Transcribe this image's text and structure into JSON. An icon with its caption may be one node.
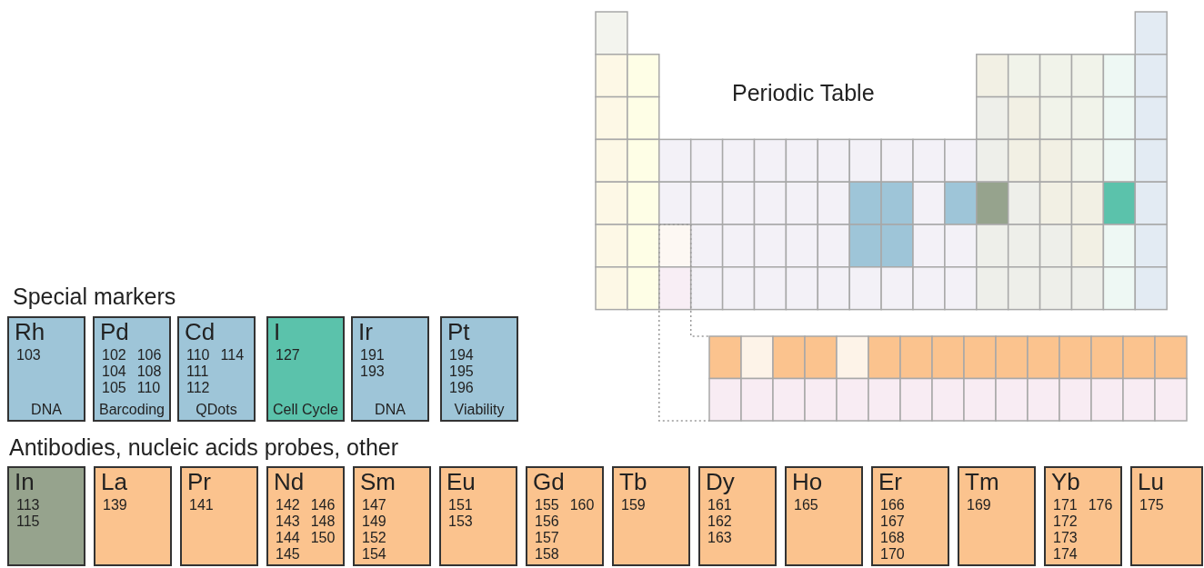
{
  "diagram": {
    "nodes": [
      {
        "text": [
          "Rh",
          "103",
          "DNA"
        ]
      },
      {
        "text": [
          "Pd",
          "102",
          "104",
          "105",
          "106",
          "108",
          "110",
          "Barcoding"
        ]
      },
      {
        "text": [
          "Cd",
          "110",
          "111",
          "112",
          "114",
          "QDots"
        ]
      },
      {
        "text": [
          "I",
          "127",
          "Cell Cycle"
        ]
      },
      {
        "text": [
          "Ir",
          "191",
          "193",
          "DNA"
        ]
      },
      {
        "text": [
          "Pt",
          "194",
          "195",
          "196",
          "Viability"
        ]
      },
      {
        "text": [
          "In",
          "113",
          "115"
        ]
      },
      {
        "text": [
          "La",
          "139"
        ]
      },
      {
        "text": [
          "Pr",
          "141"
        ]
      },
      {
        "text": [
          "Nd",
          "142",
          "143",
          "144",
          "145",
          "146",
          "148",
          "150"
        ]
      },
      {
        "text": [
          "Sm",
          "147",
          "149",
          "152",
          "154"
        ]
      },
      {
        "text": [
          "Eu",
          "151",
          "153"
        ]
      },
      {
        "text": [
          "Gd",
          "155",
          "156",
          "157",
          "158",
          "160"
        ]
      },
      {
        "text": [
          "Tb",
          "159"
        ]
      },
      {
        "text": [
          "Dy",
          "161",
          "162",
          "163"
        ]
      },
      {
        "text": [
          "Ho",
          "165"
        ]
      },
      {
        "text": [
          "Er",
          "166",
          "167",
          "168",
          "170"
        ]
      },
      {
        "text": [
          "Tm",
          "169"
        ]
      },
      {
        "text": [
          "Yb",
          "171",
          "172",
          "173",
          "174",
          "176"
        ]
      },
      {
        "text": [
          "Lu",
          "175"
        ]
      }
    ],
    "edges": [],
    "labels": [
      "Periodic Table",
      "Special markers",
      "Antibodies, nucleic acids probes, other"
    ]
  }
}
